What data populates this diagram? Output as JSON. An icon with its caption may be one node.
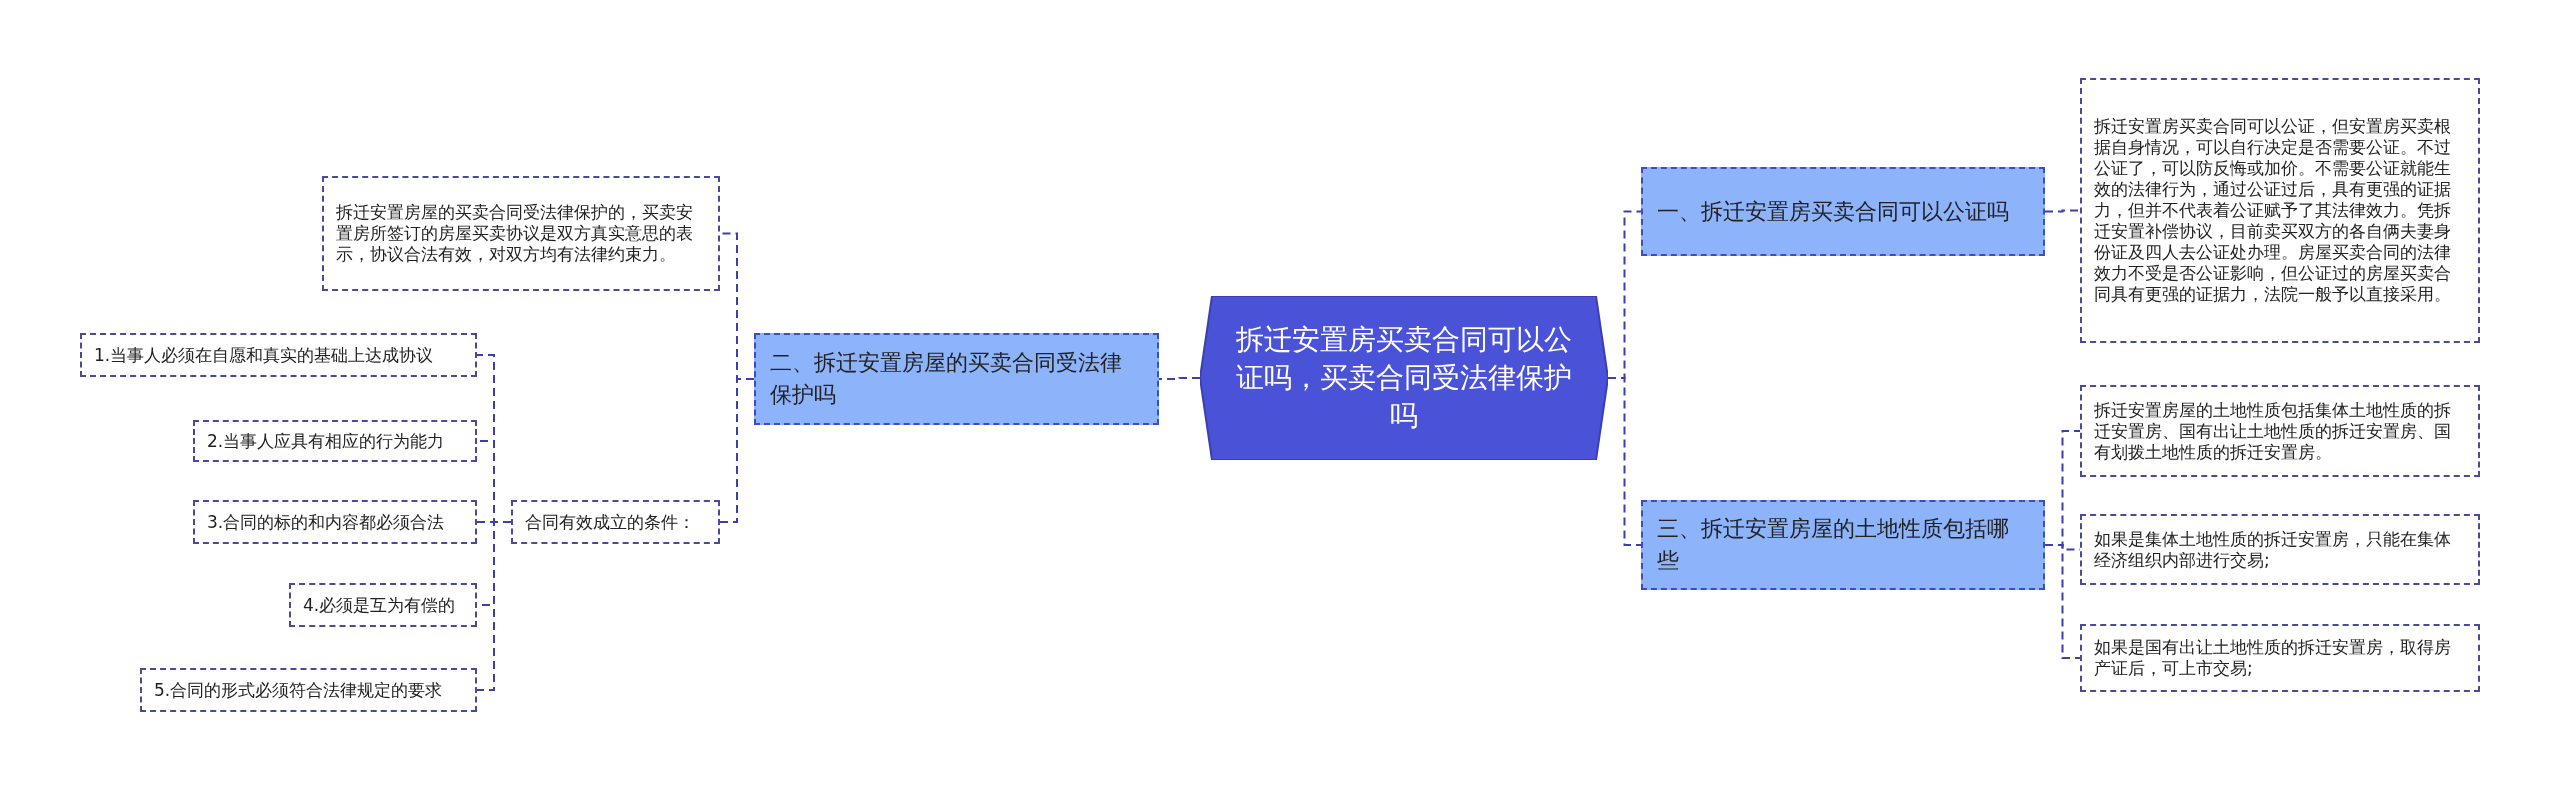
{
  "diagram": {
    "nodes": [
      {
        "text": [
          "拆迁安置房买卖合同可以公证吗，买卖合同受法律保护吗"
        ]
      },
      {
        "text": [
          "一、拆迁安置房买卖合同可以公证吗"
        ]
      },
      {
        "text": [
          "拆迁安置房买卖合同可以公证，但安置房买卖根据自身情况，可以自行决定是否需要公证。不过公证了，可以防反悔或加价。不需要公证就能生效的法律行为，通过公证过后，具有更强的证据力，但并不代表着公证赋予了其法律效力。凭拆迁安置补偿协议，目前卖买双方的各自俩夫妻身份证及四人去公证处办理。房屋买卖合同的法律效力不受是否公证影响，但公证过的房屋买卖合同具有更强的证据力，法院一般予以直接采用。"
        ]
      },
      {
        "text": [
          "二、拆迁安置房屋的买卖合同受法律保护吗"
        ]
      },
      {
        "text": [
          "拆迁安置房屋的买卖合同受法律保护的，买卖安置房所签订的房屋买卖协议是双方真实意思的表示，协议合法有效，对双方均有法律约束力。"
        ]
      },
      {
        "text": [
          "合同有效成立的条件："
        ]
      },
      {
        "text": [
          "1.当事人必须在自愿和真实的基础上达成协议"
        ]
      },
      {
        "text": [
          "2.当事人应具有相应的行为能力"
        ]
      },
      {
        "text": [
          "3.合同的标的和内容都必须合法"
        ]
      },
      {
        "text": [
          "4.必须是互为有偿的"
        ]
      },
      {
        "text": [
          "5.合同的形式必须符合法律规定的要求"
        ]
      },
      {
        "text": [
          "三、拆迁安置房屋的土地性质包括哪些"
        ]
      },
      {
        "text": [
          "拆迁安置房屋的土地性质包括集体土地性质的拆迁安置房、国有出让土地性质的拆迁安置房、国有划拨土地性质的拆迁安置房。"
        ]
      },
      {
        "text": [
          "如果是集体土地性质的拆迁安置房，只能在集体经济组织内部进行交易;"
        ]
      },
      {
        "text": [
          "如果是国有出让土地性质的拆迁安置房，取得房产证后，可上市交易;"
        ]
      }
    ],
    "edges": [
      {
        "from": 0,
        "to": 1,
        "arrow": "none"
      },
      {
        "from": 1,
        "to": 2,
        "arrow": "none"
      },
      {
        "from": 0,
        "to": 3,
        "arrow": "none"
      },
      {
        "from": 3,
        "to": 4,
        "arrow": "none"
      },
      {
        "from": 3,
        "to": 5,
        "arrow": "none"
      },
      {
        "from": 5,
        "to": 6,
        "arrow": "none"
      },
      {
        "from": 5,
        "to": 7,
        "arrow": "none"
      },
      {
        "from": 5,
        "to": 8,
        "arrow": "none"
      },
      {
        "from": 5,
        "to": 9,
        "arrow": "none"
      },
      {
        "from": 5,
        "to": 10,
        "arrow": "none"
      },
      {
        "from": 0,
        "to": 11,
        "arrow": "none"
      },
      {
        "from": 11,
        "to": 12,
        "arrow": "none"
      },
      {
        "from": 11,
        "to": 13,
        "arrow": "none"
      },
      {
        "from": 11,
        "to": 14,
        "arrow": "none"
      }
    ]
  }
}
